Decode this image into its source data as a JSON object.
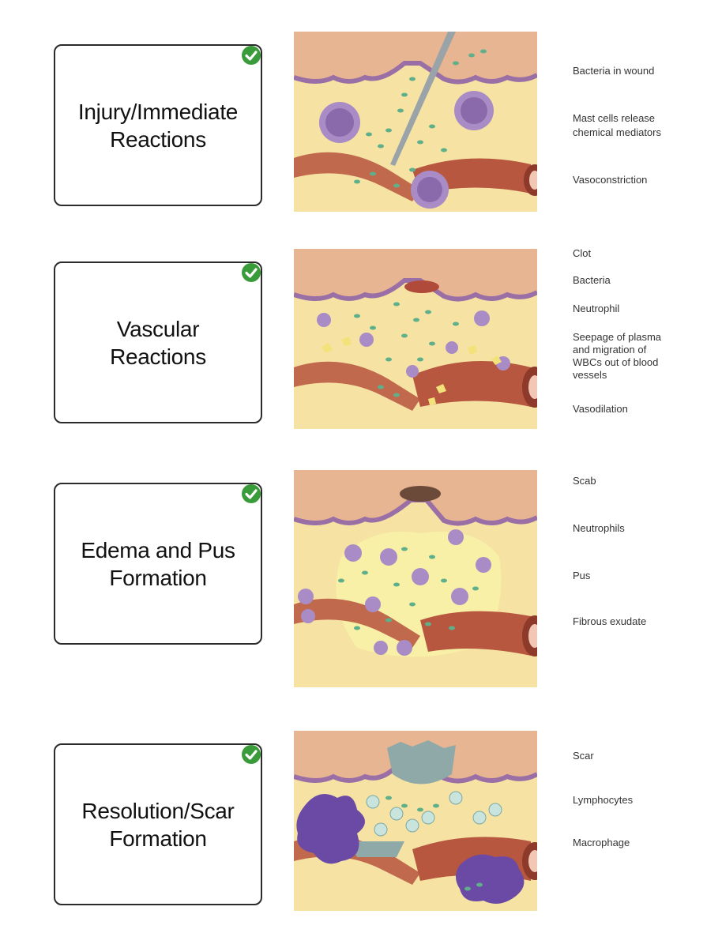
{
  "stages": [
    {
      "title_lines": [
        "Injury/Immediate",
        "Reactions"
      ],
      "labels": [
        "Bacteria in wound",
        "Mast cells release",
        "chemical mediators",
        "Vasoconstriction"
      ]
    },
    {
      "title_lines": [
        "Vascular",
        "Reactions"
      ],
      "labels": [
        "Clot",
        "Bacteria",
        "Neutrophil",
        "Seepage of plasma",
        "and migration of",
        "WBCs out of blood",
        "vessels",
        "Vasodilation"
      ]
    },
    {
      "title_lines": [
        "Edema and Pus",
        "Formation"
      ],
      "labels": [
        "Scab",
        "Neutrophils",
        "Pus",
        "Fibrous exudate"
      ]
    },
    {
      "title_lines": [
        "Resolution/Scar",
        "Formation"
      ],
      "labels": [
        "Scar",
        "Lymphocytes",
        "Macrophage"
      ]
    }
  ],
  "colors": {
    "check": "#3a9b3a",
    "skin": "#e8b592",
    "dermis": "#f6e3a4",
    "vessel": "#b8573f",
    "bacteria": "#5fb08a",
    "wbc": "#a98bc6",
    "pus": "#f7f0a6",
    "scar": "#8fa9a8",
    "macrophage": "#6b4aa6"
  },
  "icons": [
    "check-icon"
  ]
}
